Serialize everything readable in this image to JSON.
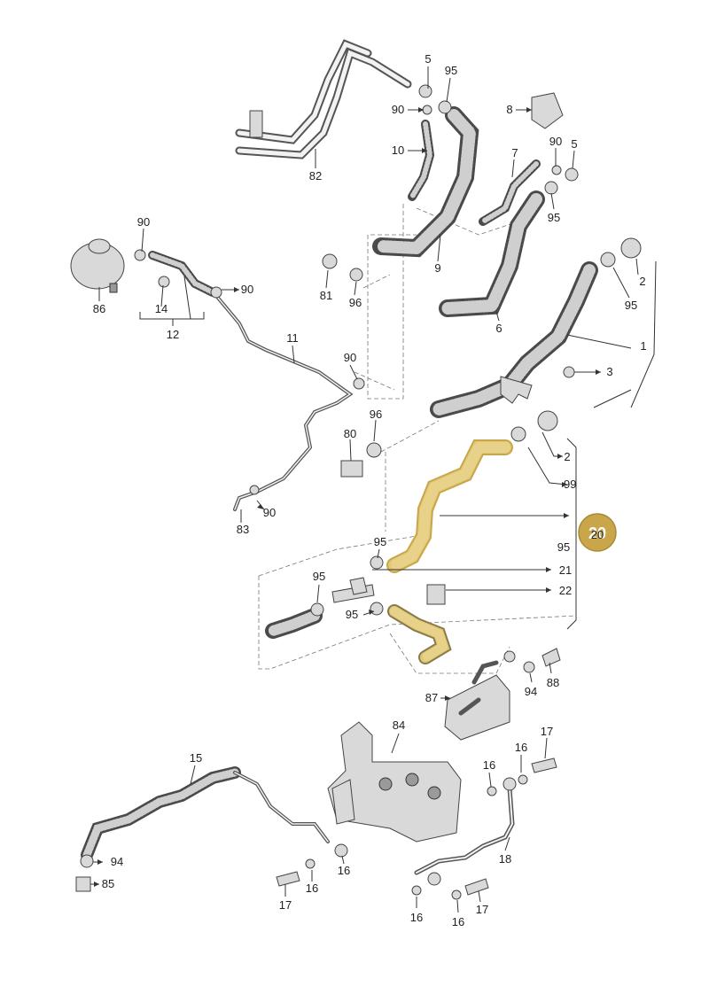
{
  "diagram": {
    "callouts": [
      "5",
      "95",
      "90",
      "10",
      "8",
      "90",
      "5",
      "7",
      "95",
      "9",
      "82",
      "90",
      "86",
      "14",
      "12",
      "90",
      "81",
      "96",
      "6",
      "2",
      "95",
      "1",
      "3",
      "11",
      "90",
      "96",
      "80",
      "2",
      "99",
      "83",
      "90",
      "20",
      "95",
      "95",
      "21",
      "95",
      "22",
      "95",
      "94",
      "88",
      "87",
      "84",
      "15",
      "17",
      "16",
      "16",
      "94",
      "85",
      "18",
      "17",
      "16",
      "16",
      "16",
      "16",
      "17"
    ],
    "highlight_callout": "20",
    "colors": {
      "highlight": "#c9a64a",
      "highlight_fill": "#e8d28a",
      "line": "#333333",
      "part": "#d9d9d9"
    }
  }
}
